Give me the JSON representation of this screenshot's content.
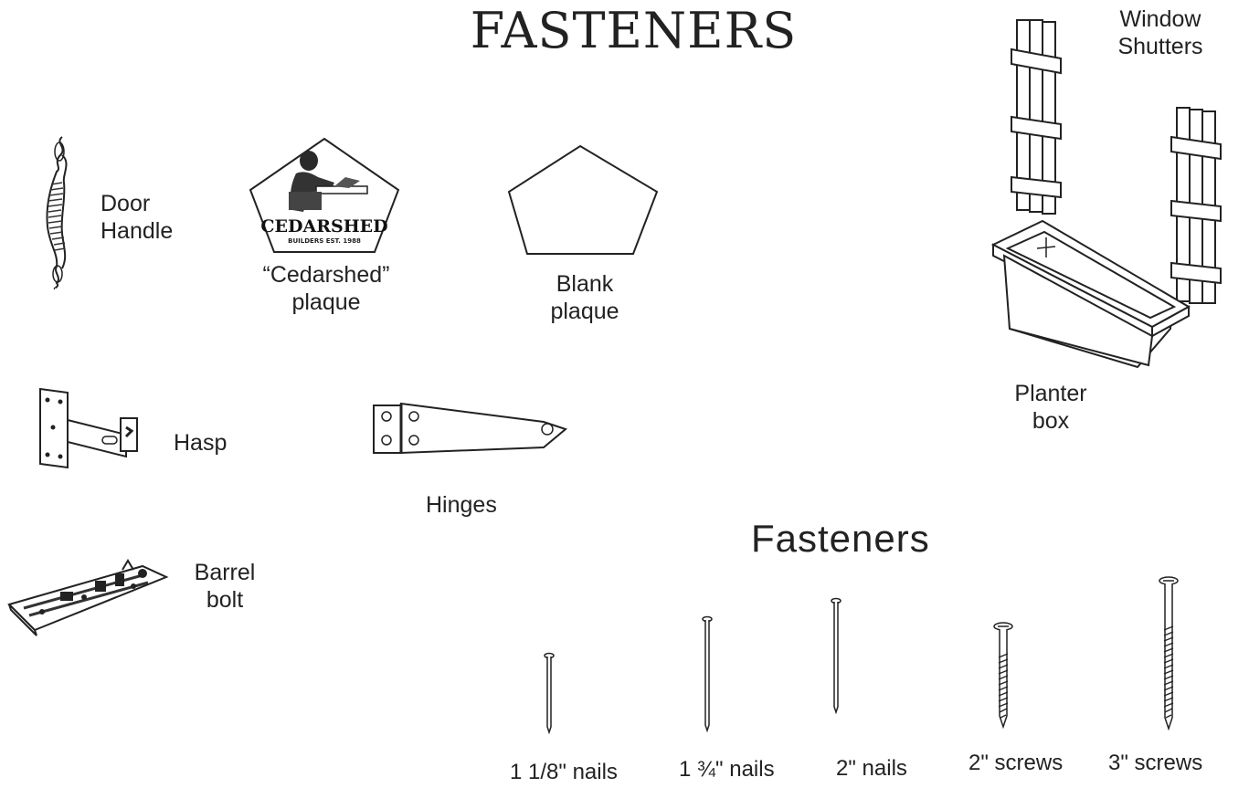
{
  "page": {
    "title": "FASTENERS",
    "subtitle": "Fasteners"
  },
  "items": {
    "door_handle": {
      "line1": "Door",
      "line2": "Handle"
    },
    "cedarshed_plaque": {
      "line1": "“Cedarshed”",
      "line2": "plaque",
      "logo_text": "CEDARSHED",
      "logo_subtext": "BUILDERS EST. 1988"
    },
    "blank_plaque": {
      "line1": "Blank",
      "line2": "plaque"
    },
    "window_shutters": {
      "line1": "Window",
      "line2": "Shutters"
    },
    "planter_box": {
      "line1": "Planter",
      "line2": "box"
    },
    "hasp": {
      "label": "Hasp"
    },
    "hinges": {
      "label": "Hinges"
    },
    "barrel_bolt": {
      "line1": "Barrel",
      "line2": "bolt"
    }
  },
  "fasteners": [
    {
      "label": "1 1/8\" nails",
      "kind": "nail"
    },
    {
      "label": "1 ¾\" nails",
      "kind": "nail"
    },
    {
      "label": "2\" nails",
      "kind": "nail"
    },
    {
      "label": "2\" screws",
      "kind": "screw"
    },
    {
      "label": "3\" screws",
      "kind": "screw"
    }
  ],
  "colors": {
    "ink": "#222222",
    "background": "#ffffff"
  }
}
